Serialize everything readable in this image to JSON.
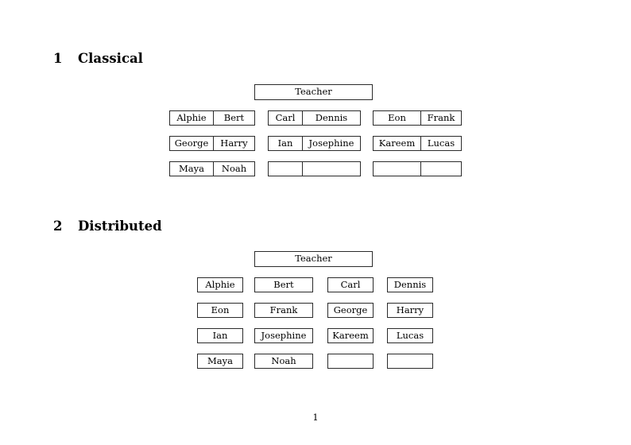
{
  "document": {
    "page_number": "1",
    "background_color": "#ffffff",
    "text_color": "#000000",
    "border_color": "#2b2b2b"
  },
  "sections": [
    {
      "number": "1",
      "title": "Classical",
      "teacher_label": "Teacher",
      "layout": "paired-cells",
      "groups": [
        {
          "name": "group-a",
          "rows": [
            {
              "first": "Alphie",
              "second": "Bert"
            },
            {
              "first": "George",
              "second": "Harry"
            },
            {
              "first": "Maya",
              "second": "Noah"
            }
          ]
        },
        {
          "name": "group-b",
          "rows": [
            {
              "first": "Carl",
              "second": "Dennis"
            },
            {
              "first": "Ian",
              "second": "Josephine"
            },
            {
              "first": "",
              "second": ""
            }
          ]
        },
        {
          "name": "group-c",
          "rows": [
            {
              "first": "Eon",
              "second": "Frank"
            },
            {
              "first": "Kareem",
              "second": "Lucas"
            },
            {
              "first": "",
              "second": ""
            }
          ]
        }
      ]
    },
    {
      "number": "2",
      "title": "Distributed",
      "teacher_label": "Teacher",
      "layout": "individual-cells",
      "rows": [
        [
          "Alphie",
          "Bert",
          "Carl",
          "Dennis"
        ],
        [
          "Eon",
          "Frank",
          "George",
          "Harry"
        ],
        [
          "Ian",
          "Josephine",
          "Kareem",
          "Lucas"
        ],
        [
          "Maya",
          "Noah",
          "",
          ""
        ]
      ]
    }
  ]
}
